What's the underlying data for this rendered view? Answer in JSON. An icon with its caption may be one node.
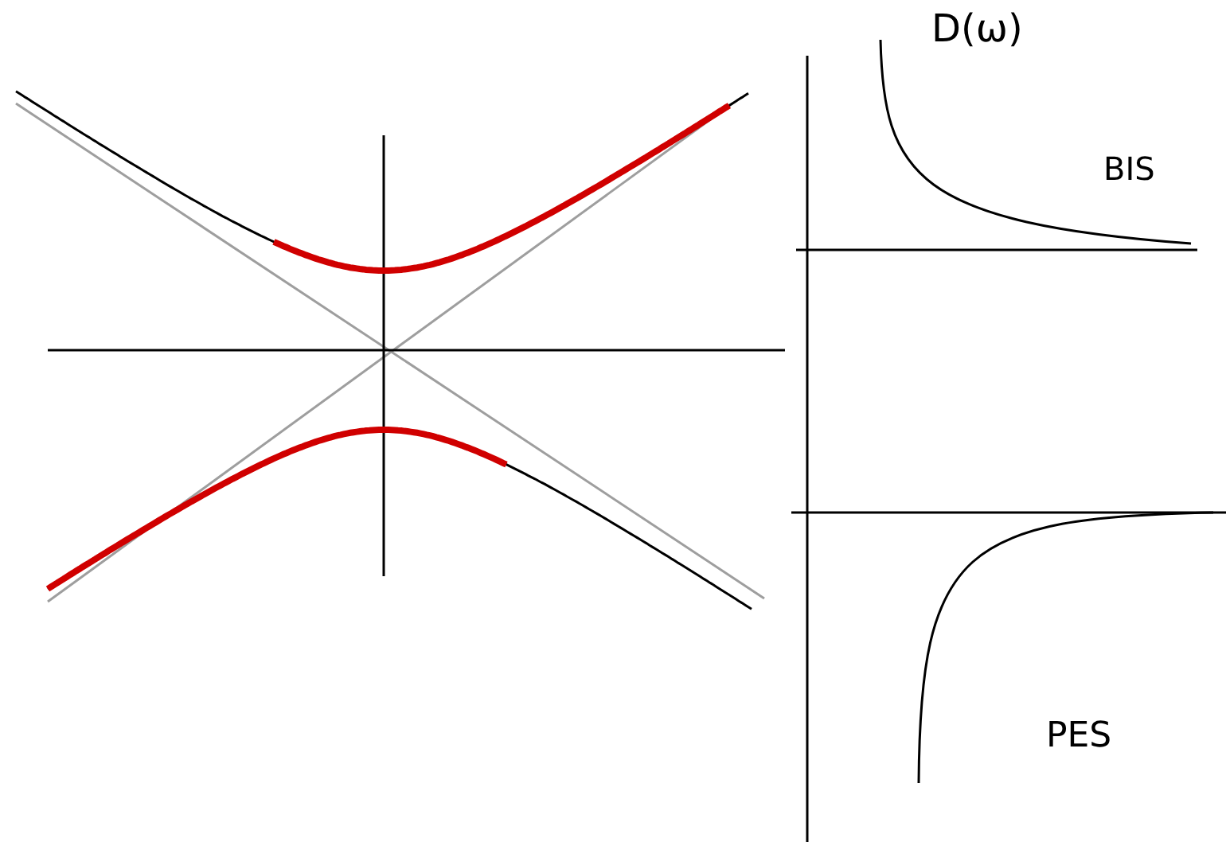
{
  "diagram": {
    "labels": [
      "D(ω)",
      "BIS",
      "PES"
    ]
  }
}
